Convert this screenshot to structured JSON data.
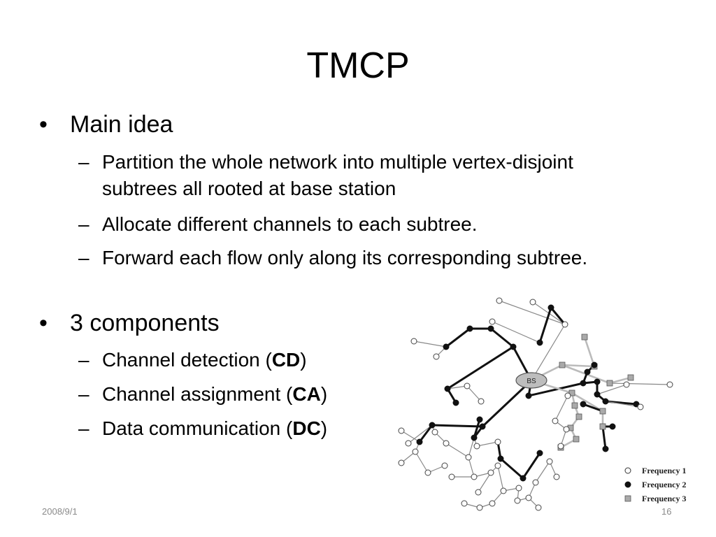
{
  "slide": {
    "title": "TMCP",
    "bullet_char": "•",
    "dash_char": "–",
    "main_idea": {
      "label": "Main idea",
      "items": [
        "Partition the whole network into multiple vertex-disjoint subtrees all rooted at base station",
        "Allocate different channels to each subtree.",
        "Forward each flow only along its corresponding subtree."
      ]
    },
    "components": {
      "label": "3 components",
      "items": [
        {
          "text": "Channel detection (",
          "abbr": "CD",
          "close": ")"
        },
        {
          "text": "Channel assignment (",
          "abbr": "CA",
          "close": ")"
        },
        {
          "text": "Data communication (",
          "abbr": "DC",
          "close": ")"
        }
      ]
    },
    "footer": {
      "date": "2008/9/1",
      "page": "16"
    }
  },
  "figure": {
    "root_label": "BS",
    "legend": [
      "Frequency 1",
      "Frequency 2",
      "Frequency 3"
    ],
    "colors": {
      "freq1": "#ffffff",
      "freq2": "#111111",
      "freq3": "#aaaaaa",
      "edge1": "#888888",
      "edge2": "#111111",
      "edge3": "#bbbbbb"
    }
  }
}
